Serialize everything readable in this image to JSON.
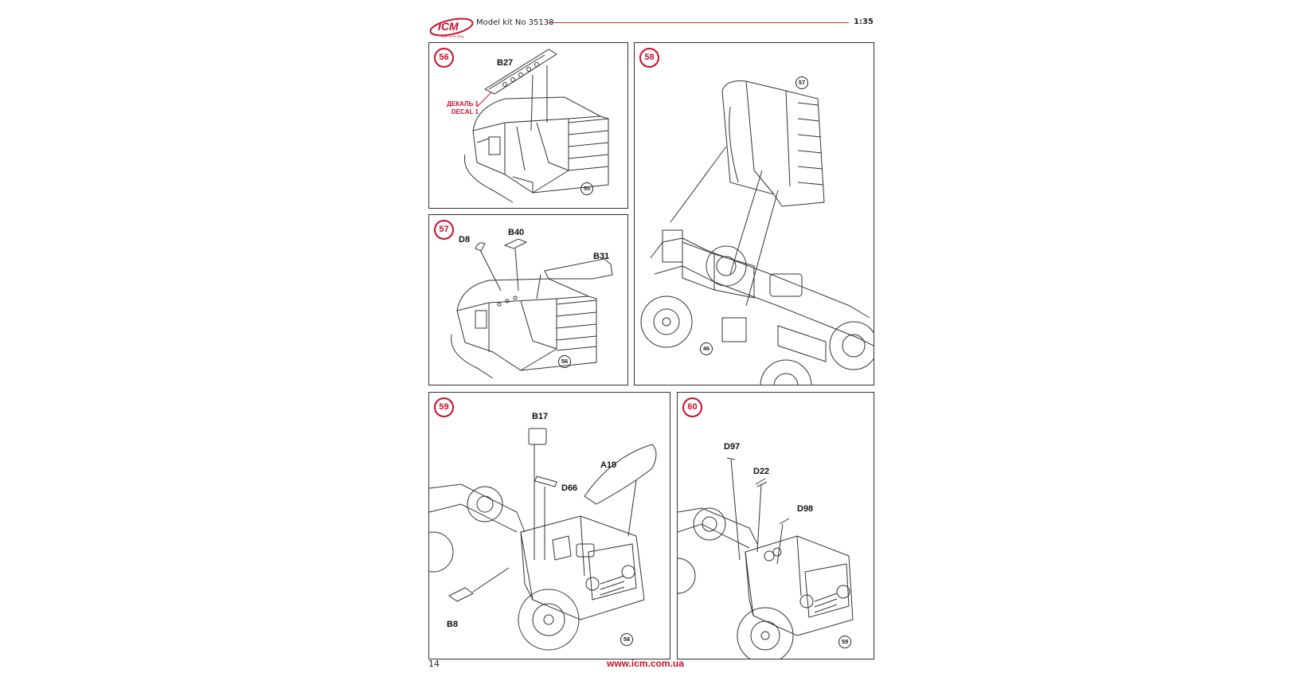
{
  "header": {
    "logo_text": "ICM",
    "logo_tagline": "Role in the Past",
    "title": "Model kit No 35138",
    "scale": "1:35"
  },
  "steps": [
    {
      "number": "56",
      "parts": [
        "B27"
      ],
      "decal_ru": "ДЕКАЛЬ 1",
      "decal_en": "DECAL 1",
      "ref": "55"
    },
    {
      "number": "57",
      "parts": [
        "D8",
        "B40",
        "B31"
      ],
      "ref": "56"
    },
    {
      "number": "58",
      "refs": [
        "57",
        "46"
      ]
    },
    {
      "number": "59",
      "parts": [
        "B17",
        "A19",
        "D66",
        "B8"
      ],
      "ref": "58"
    },
    {
      "number": "60",
      "parts": [
        "D97",
        "D22",
        "D98"
      ],
      "ref": "59"
    }
  ],
  "footer": {
    "page_number": "14",
    "url": "www.icm.com.ua"
  },
  "colors": {
    "accent": "#c8102e",
    "line": "#333333"
  }
}
